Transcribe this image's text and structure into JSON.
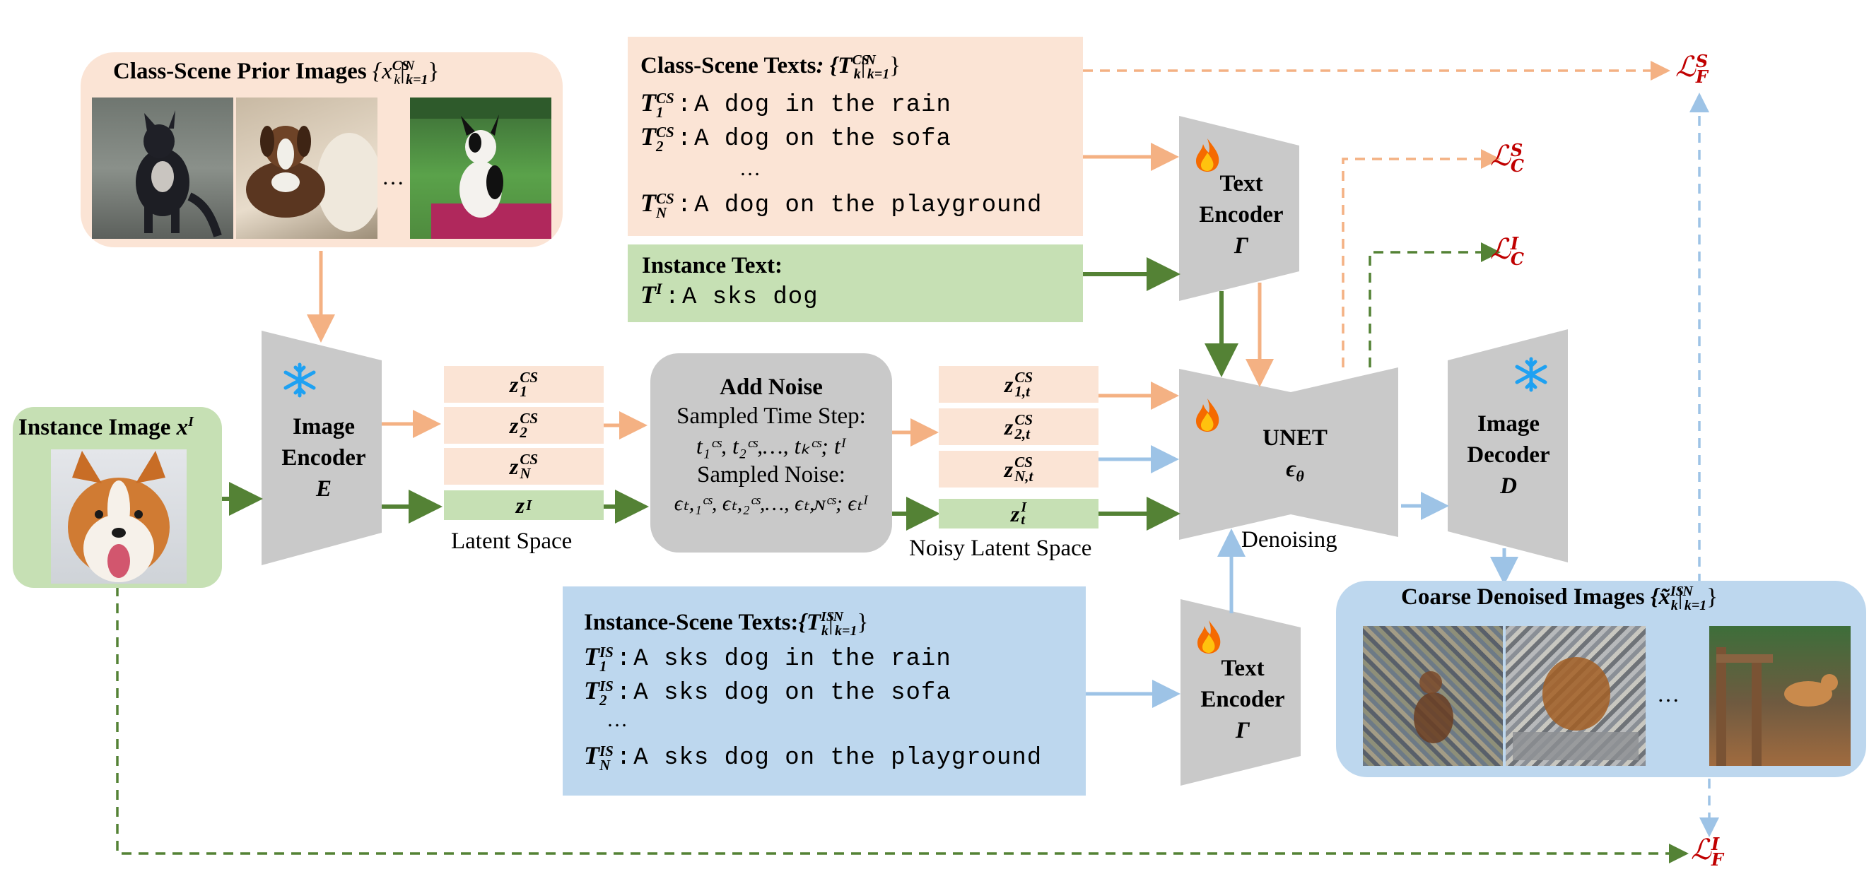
{
  "class_scene_prior": {
    "title": "Class-Scene Prior Images",
    "title_set": "{x",
    "sup": "CS",
    "sub": "k",
    "range": "|",
    "range_sup": "N",
    "range_sub": "k=1",
    "close": "}",
    "ellipsis": "…"
  },
  "class_scene_texts": {
    "title": "Class-Scene Texts",
    "title_set": ": {T",
    "title_sup": "CS",
    "title_sub": "k",
    "title_range": "|",
    "range_sup": "N",
    "range_sub": "k=1",
    "title_close": "}",
    "lines": [
      {
        "sym": "T",
        "sup": "CS",
        "sub": "1",
        "text": "A dog in the rain"
      },
      {
        "sym": "T",
        "sup": "CS",
        "sub": "2",
        "text": "A dog on the sofa"
      },
      {
        "sym": "T",
        "sup": "CS",
        "sub": "N",
        "text": "A dog on the playground"
      }
    ],
    "ellipsis": "…"
  },
  "instance_text": {
    "title": "Instance Text:",
    "sym": "T",
    "sup": "I",
    "text": "A sks dog"
  },
  "instance_scene_texts": {
    "title": "Instance-Scene Texts:",
    "title_set": "{T",
    "title_sup": "IS",
    "title_sub": "k",
    "title_range": "|",
    "range_sup": "N",
    "range_sub": "k=1",
    "title_close": "}",
    "lines": [
      {
        "sym": "T",
        "sup": "IS",
        "sub": "1",
        "text": "A sks dog in the rain"
      },
      {
        "sym": "T",
        "sup": "IS",
        "sub": "2",
        "text": "A sks dog on the sofa"
      },
      {
        "sym": "T",
        "sup": "IS",
        "sub": "N",
        "text": "A sks dog on the playground"
      }
    ],
    "ellipsis": "…"
  },
  "instance_image": {
    "title": "Instance Image",
    "sym": "x",
    "sup": "I"
  },
  "image_encoder": {
    "line1": "Image",
    "line2": "Encoder",
    "sym": "E"
  },
  "text_encoder_top": {
    "line1": "Text",
    "line2": "Encoder",
    "sym": "Γ"
  },
  "text_encoder_bottom": {
    "line1": "Text",
    "line2": "Encoder",
    "sym": "Γ"
  },
  "latent": {
    "items": [
      {
        "sym": "z",
        "sup": "CS",
        "sub": "1"
      },
      {
        "sym": "z",
        "sup": "CS",
        "sub": "2"
      },
      {
        "sym": "z",
        "sup": "CS",
        "sub": "N"
      },
      {
        "sym": "z",
        "sup": "I",
        "sub": ""
      }
    ],
    "caption": "Latent Space"
  },
  "add_noise": {
    "title": "Add Noise",
    "step_label": "Sampled Time Step:",
    "step_values": "t₁ᶜˢ, t₂ᶜˢ,…, tₖᶜˢ; tᴵ",
    "noise_label": "Sampled Noise:",
    "noise_values": "ϵₜ,₁ᶜˢ, ϵₜ,₂ᶜˢ,…, ϵₜ,ɴᶜˢ; ϵₜᴵ"
  },
  "noisy_latent": {
    "items": [
      {
        "sym": "z",
        "sup": "CS",
        "sub": "1,t"
      },
      {
        "sym": "z",
        "sup": "CS",
        "sub": "2,t"
      },
      {
        "sym": "z",
        "sup": "CS",
        "sub": "N,t"
      },
      {
        "sym": "z",
        "sup": "I",
        "sub": "t"
      }
    ],
    "caption": "Noisy Latent Space"
  },
  "unet": {
    "title": "UNET",
    "sym": "ϵ",
    "sub": "θ",
    "caption": "Denoising"
  },
  "image_decoder": {
    "line1": "Image",
    "line2": "Decoder",
    "sym": "D"
  },
  "coarse_denoised": {
    "title": "Coarse Denoised Images",
    "title_set": "{x̃",
    "sup": "IS",
    "sub": "k",
    "range": "|",
    "range_sup": "N",
    "range_sub": "k=1",
    "close": "}",
    "ellipsis": "…"
  },
  "losses": {
    "fs": {
      "sym": "ℒ",
      "sup": "S",
      "sub": "F"
    },
    "cs": {
      "sym": "ℒ",
      "sup": "S",
      "sub": "C"
    },
    "ci": {
      "sym": "ℒ",
      "sup": "I",
      "sub": "C"
    },
    "fi": {
      "sym": "ℒ",
      "sup": "I",
      "sub": "F"
    }
  },
  "icons": {
    "frozen": "snowflake-icon",
    "trainable": "fire-icon"
  },
  "colors": {
    "peach_fill": "#fbe4d5",
    "green_fill": "#c6e0b4",
    "blue_fill": "#bdd7ee",
    "gray_module": "#c9c9c9",
    "peach_arrow": "#f4b183",
    "green_arrow": "#548235",
    "blue_arrow": "#9dc3e6",
    "loss_red": "#c00000"
  }
}
